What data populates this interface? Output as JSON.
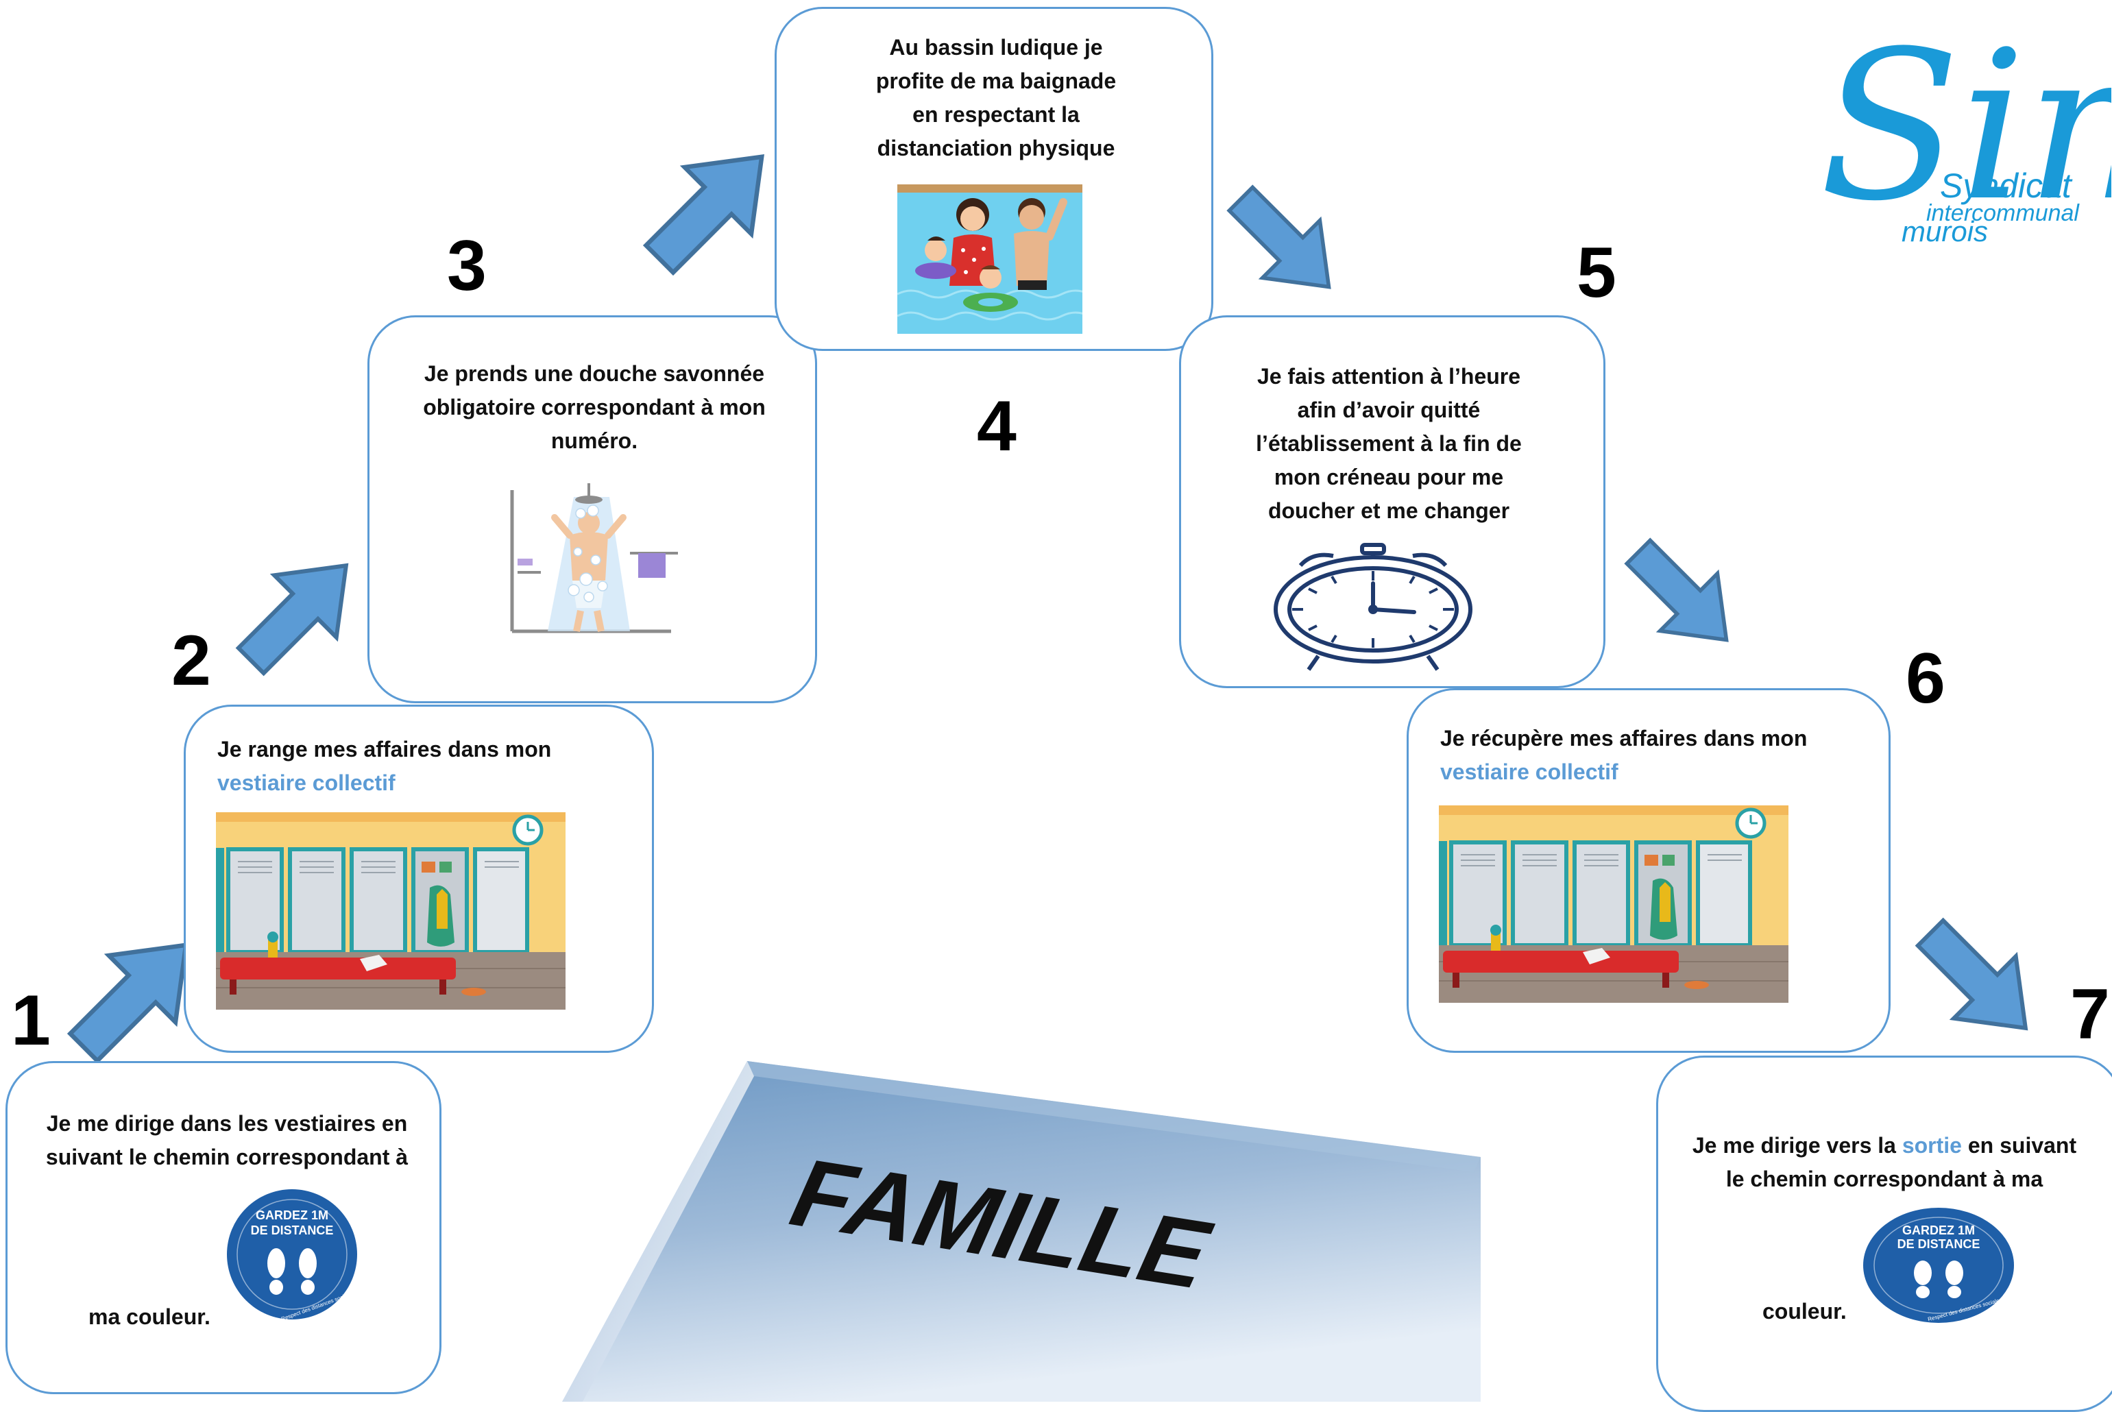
{
  "logo": {
    "letters": "Sim",
    "line1": "Syndicat",
    "line2": "intercommunal",
    "line3": "murois"
  },
  "title": "FAMILLE",
  "steps": [
    {
      "number": "1",
      "text_a": "Je me dirige dans les vestiaires en",
      "text_b": "suivant le chemin correspondant à",
      "text_c": "ma couleur."
    },
    {
      "number": "2",
      "text_a": "Je range mes affaires dans mon",
      "text_b": "vestiaire collectif"
    },
    {
      "number": "3",
      "text_a": "Je prends une douche savonnée",
      "text_b": "obligatoire correspondant à mon",
      "text_c": "numéro."
    },
    {
      "number": "4",
      "text_a": "Au bassin ludique je",
      "text_b": "profite de ma baignade",
      "text_c": "en respectant la",
      "text_d": "distanciation physique"
    },
    {
      "number": "5",
      "text_a": "Je fais attention à l’heure",
      "text_b": "afin d’avoir quitté",
      "text_c": "l’établissement à la fin de",
      "text_d": "mon créneau pour me",
      "text_e": "doucher et me changer"
    },
    {
      "number": "6",
      "text_a": "Je récupère mes affaires dans mon",
      "text_b": "vestiaire collectif"
    },
    {
      "number": "7",
      "text_a": "Je me dirige vers la",
      "text_accent": "sortie",
      "text_b": "en suivant",
      "text_c": "le chemin correspondant à ma",
      "text_d": "couleur."
    }
  ],
  "badge": {
    "line1": "GARDEZ 1M",
    "line2": "DE DISTANCE",
    "line3": "Respect des distances sociales"
  },
  "colors": {
    "accent": "#5b9bd5",
    "arrow": "#5b9bd5",
    "border": "#5b9bd5",
    "logo": "#1a9ad8",
    "badge": "#1f5fa8"
  }
}
